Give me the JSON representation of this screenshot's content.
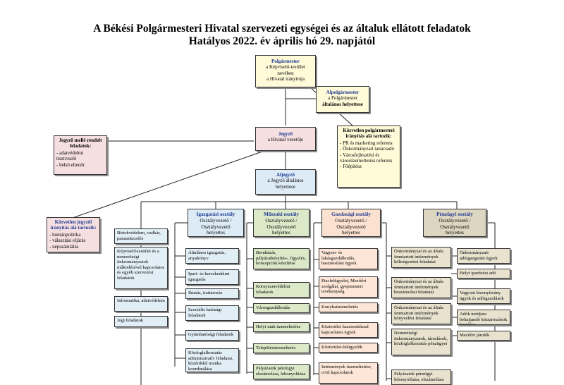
{
  "title": {
    "line1": "A Békési Polgármesteri Hivatal szervezeti egységei és az általuk ellátott feladatok",
    "line2": "Hatályos 2022. év április hó 29. napjától"
  },
  "polgarmester": {
    "head": "Polgármester",
    "l1": "a Képviselő-testület",
    "l2": "nevében",
    "l3": "a Hivatal irányítója"
  },
  "alpolgarmester": {
    "head": "Alpolgármester",
    "l1": "a Polgármester",
    "l2": "általános helyettese"
  },
  "jegyzo": {
    "head": "Jegyző",
    "l1": "a Hivatal vezetője"
  },
  "aljegyzo": {
    "head": "Aljegyző",
    "l1": "a Jegyző általános",
    "l2": "helyettese"
  },
  "jegyzo_mellett": {
    "head": "Jegyző mellé rendelt feladatok:",
    "items": [
      "adatvédelmi tisztviselő",
      "belső ellenőr"
    ]
  },
  "kozvetlen_pm": {
    "head": "Közvetlen polgármesteri irányítás alá tartozik:",
    "items": [
      "PR és marketing referens",
      "Önkormányzati tanácsadó",
      "Városfejlesztési és városüzemeltetési referens",
      "Főépítész"
    ]
  },
  "kozvetlen_jegyzo": {
    "head": "Közvetlen jegyzői irányítás alá tartozik:",
    "items": [
      "humánpolitika",
      "választási eljárás",
      "népszámlálás"
    ]
  },
  "departments": {
    "igazgatasi": {
      "head": "Igazgatási osztály",
      "l1": "Osztályvezető /",
      "l2": "Osztályvezető",
      "l3": "helyettes"
    },
    "muszaki": {
      "head": "Műszaki osztály",
      "l1": "Osztályvezető /",
      "l2": "Osztályvezető",
      "l3": "helyettes"
    },
    "gazdasagi": {
      "head": "Gazdasági osztály",
      "l1": "Osztályvezető /",
      "l2": "Osztályvezető",
      "l3": "helyettes"
    },
    "penzugyi": {
      "head": "Pénzügyi osztály",
      "l1": "Osztályvezető /",
      "l2": "Osztályvezető",
      "l3": "helyettes"
    }
  },
  "tasks": {
    "jegyzo_col": [
      "Birtokvédelem, vadkár, panaszkezelés",
      "Képviselő-testület és a nemzetiségi önkormányzatok működésével kapcsolatos és egyéb szervezési feladatok",
      "Informatika, adatvédelem",
      "Jogi feladatok"
    ],
    "igazgatasi": [
      "Általános igazgatás, anyakönyv",
      "Ipari- és kereskedelmi igazgatás",
      "Iktatás, irattározás",
      "Szociális hatósági feladatok",
      "Gyámhatósági feladatok",
      "Közfoglalkoztatás adminisztratív feladatai, közérdekű munka koordinálása"
    ],
    "muszaki": [
      "Beruházás, pályázatkészítés-, figyelés, koncepciók készítése",
      "Környezetvédelmi feladatok",
      "Városgazdálkodás",
      "Helyi utak üzemeltetése",
      "Településüzemeltetés",
      "Pályázatok pénzügyi elszámolása, lebonyolítása"
    ],
    "gazdasagi": [
      "Vagyon- és lakásgazdálkodás, hasznosítási ügyek",
      "Piacfelügyelet, Mezőőri szolgálat, gyepmesteri tevékenység",
      "Konyhaüzemeltetés",
      "Közterület hasznosítással kapcsolatos ügyek",
      "Közterület-felügyelők",
      "Intézmények üzemeltetése, civil kapcsolatok"
    ],
    "penzugyi_left": [
      "Önkormányzat és az általa fenntartott intézmények költségvetési feladatai",
      "Önkormányzat és az általa fenntartott intézmények beszámolási feladatai",
      "Önkormányzat és az általa fenntartott intézmények könyvelési feladatai",
      "Nemzetiségi önkormányzatok, társulások, közfoglalkoztatás pénzügyei",
      "Pályázatok pénzügyi lebonyolítása, elszámolása"
    ],
    "penzugyi_right": [
      "Önkormányzati adóigazgatási ügyek",
      "Helyi iparűzési adó",
      "Vagyoni bizonyítvány ügyek és adóigazolások",
      "Adók módjára behajtandó köztartozások kezelése",
      "Mezőőri járulék"
    ]
  }
}
